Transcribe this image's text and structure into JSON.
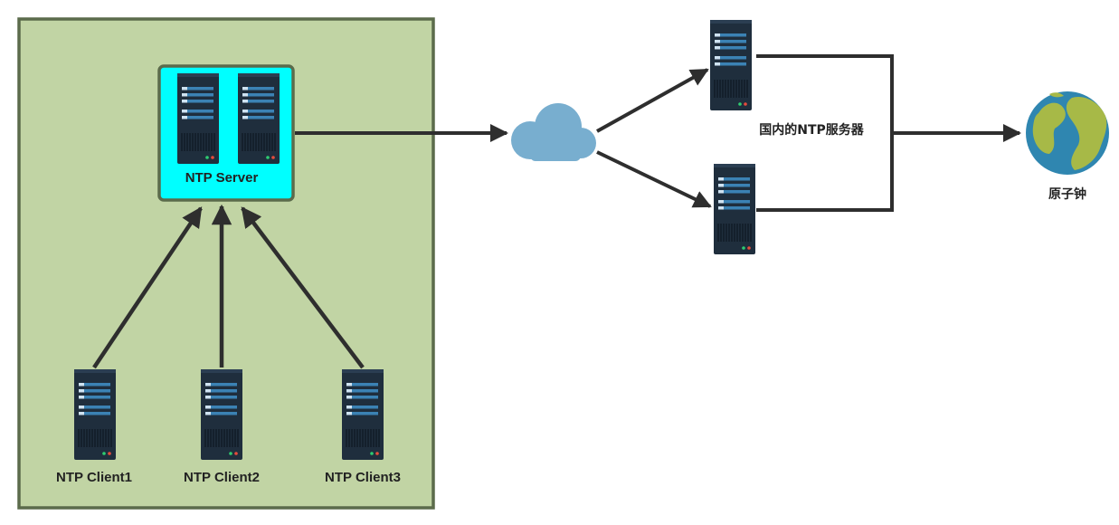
{
  "diagram": {
    "network_box": {
      "server_label": "NTP Server",
      "clients": [
        {
          "label": "NTP Client1"
        },
        {
          "label": "NTP Client2"
        },
        {
          "label": "NTP Client3"
        }
      ]
    },
    "domestic_servers_label": "国内的NTP服务器",
    "atomic_clock_label": "原子钟",
    "colors": {
      "network_box_fill": "#c1d4a4",
      "network_box_border": "#5b6b4b",
      "server_box_fill": "#00ffff",
      "server_body": "#1f2e3d",
      "server_stripe": "#3b82b4",
      "arrow": "#2e2e2e",
      "cloud": "#78aecf",
      "globe_ocean": "#2f86b0",
      "globe_land": "#a7b947"
    },
    "icons": [
      "server-icon",
      "cloud-icon",
      "globe-icon"
    ]
  }
}
